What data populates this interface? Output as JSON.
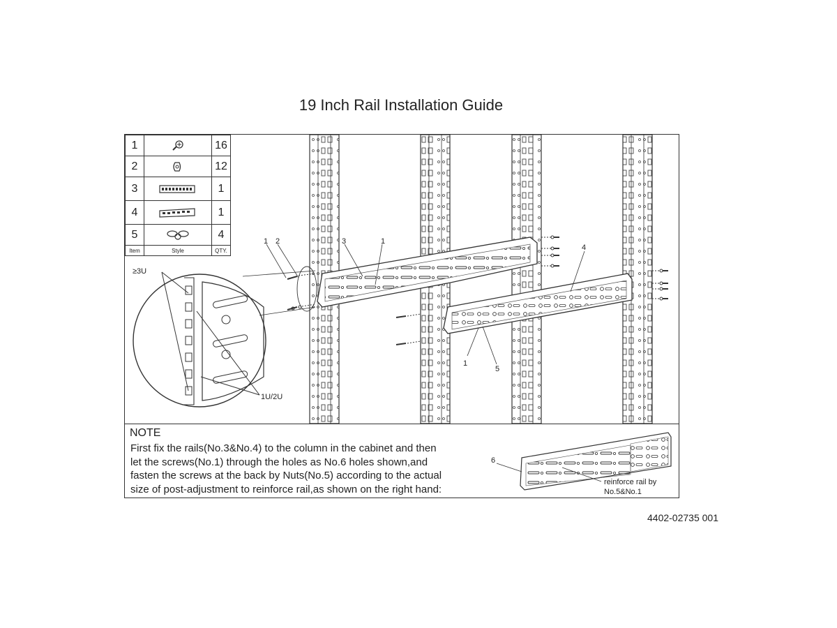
{
  "title": "19 Inch Rail Installation Guide",
  "parts_table": {
    "rows": [
      {
        "item": "1",
        "style_icon": "screw-icon",
        "qty": "16"
      },
      {
        "item": "2",
        "style_icon": "cage-nut-icon",
        "qty": "12"
      },
      {
        "item": "3",
        "style_icon": "rail-bracket-short-icon",
        "qty": "1"
      },
      {
        "item": "4",
        "style_icon": "rail-bracket-long-icon",
        "qty": "1"
      },
      {
        "item": "5",
        "style_icon": "wing-nut-icon",
        "qty": "4"
      }
    ],
    "header": {
      "item": "Item",
      "style": "Style",
      "qty": "QTY."
    }
  },
  "callouts": {
    "screw": "1",
    "nut": "2",
    "rail_short": "3",
    "screw_upper": "1",
    "rail_long": "4",
    "screw_lower": "1",
    "wing_nut": "5",
    "hole_ref": "6",
    "space_3u": "≥3U",
    "space_1u2u": "1U/2U",
    "reinforce_line1": "reinforce rail by",
    "reinforce_line2": "No.5&No.1"
  },
  "note": {
    "heading": "NOTE",
    "body": "First fix the rails(No.3&No.4) to the column in the cabinet and then\nlet the screws(No.1) through the holes as No.6 holes shown,and\nfasten the screws at the back by Nuts(No.5) according to the actual\nsize of post-adjustment to reinforce rail,as shown on the right hand:"
  },
  "doc_number": "4402-02735 001"
}
